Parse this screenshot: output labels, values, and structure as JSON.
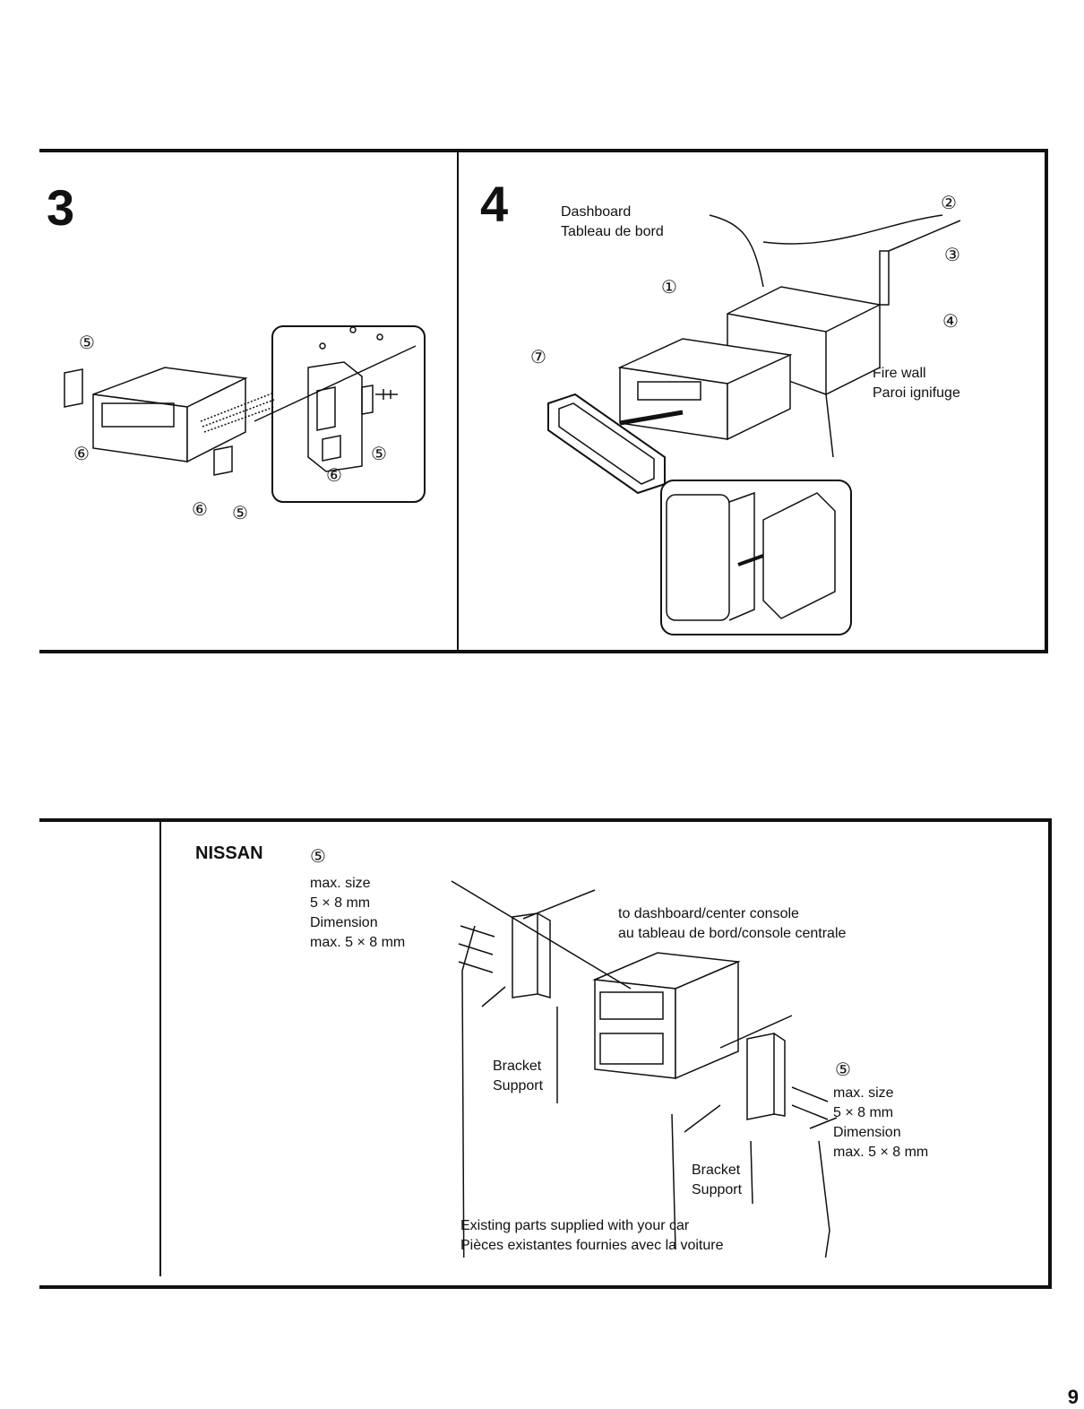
{
  "step3": {
    "number": "3",
    "callouts": [
      "⑤",
      "⑥",
      "⑥",
      "⑤",
      "⑥",
      "⑤"
    ]
  },
  "step4": {
    "number": "4",
    "dashboard_en": "Dashboard",
    "dashboard_fr": "Tableau de bord",
    "firewall_en": "Fire wall",
    "firewall_fr": "Paroi ignifuge",
    "callouts": {
      "c1": "①",
      "c2": "②",
      "c3": "③",
      "c4": "④",
      "c7": "⑦"
    }
  },
  "nissan": {
    "brand": "NISSAN",
    "left_spec": {
      "callout": "⑤",
      "line1": "max. size",
      "line2": "5 × 8 mm",
      "line3": "Dimension",
      "line4": "max. 5 × 8 mm"
    },
    "right_spec": {
      "callout": "⑤",
      "line1": "max. size",
      "line2": "5 × 8 mm",
      "line3": "Dimension",
      "line4": "max. 5 × 8 mm"
    },
    "to_dashboard_en": "to dashboard/center console",
    "to_dashboard_fr": "au tableau de bord/console centrale",
    "bracket_left_en": "Bracket",
    "bracket_left_fr": "Support",
    "bracket_right_en": "Bracket",
    "bracket_right_fr": "Support",
    "existing_en": "Existing parts supplied with your car",
    "existing_fr": "Pièces existantes fournies avec la voiture"
  },
  "page_number": "9"
}
